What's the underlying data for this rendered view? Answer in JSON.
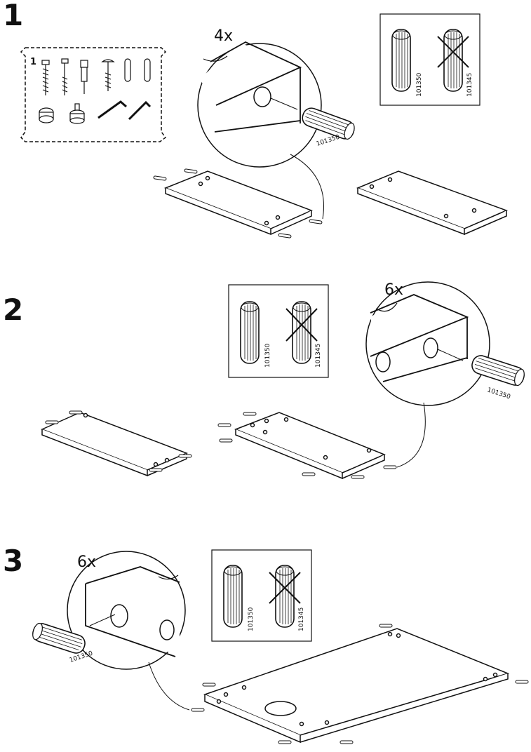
{
  "steps": [
    {
      "number": "1",
      "hardware_bag_label": "1",
      "quantity": "4x",
      "dowel_part": "101350",
      "compare": {
        "correct_part": "101350",
        "wrong_part": "101345"
      }
    },
    {
      "number": "2",
      "quantity": "6x",
      "dowel_part": "101350",
      "compare": {
        "correct_part": "101350",
        "wrong_part": "101345"
      }
    },
    {
      "number": "3",
      "quantity": "6x",
      "dowel_part": "101350",
      "compare": {
        "correct_part": "101350",
        "wrong_part": "101345"
      }
    }
  ],
  "icons": {
    "wrong_mark": "cross-icon",
    "dowel": "dowel-icon"
  }
}
